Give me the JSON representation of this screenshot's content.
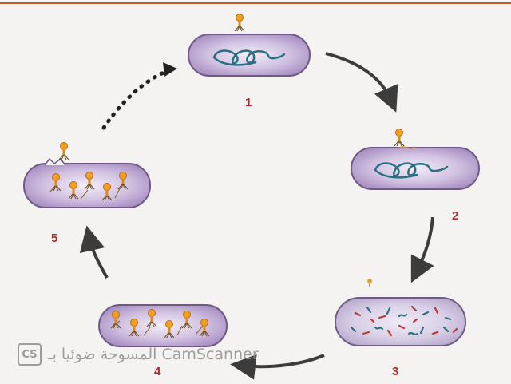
{
  "steps": [
    {
      "number": "1",
      "stage": "attachment"
    },
    {
      "number": "2",
      "stage": "injection"
    },
    {
      "number": "3",
      "stage": "replication"
    },
    {
      "number": "4",
      "stage": "assembly"
    },
    {
      "number": "5",
      "stage": "lysis"
    }
  ],
  "watermark": {
    "logo": "CS",
    "text": "CamScanner المسوحة ضوئيا بـ"
  },
  "colors": {
    "cell_fill": "#c8b6dc",
    "cell_edge": "#6f5a86",
    "dna": "#2c6f80",
    "phage_head": "#f0a020",
    "label_red": "#b3282d",
    "arrow": "#3c3c3c"
  }
}
